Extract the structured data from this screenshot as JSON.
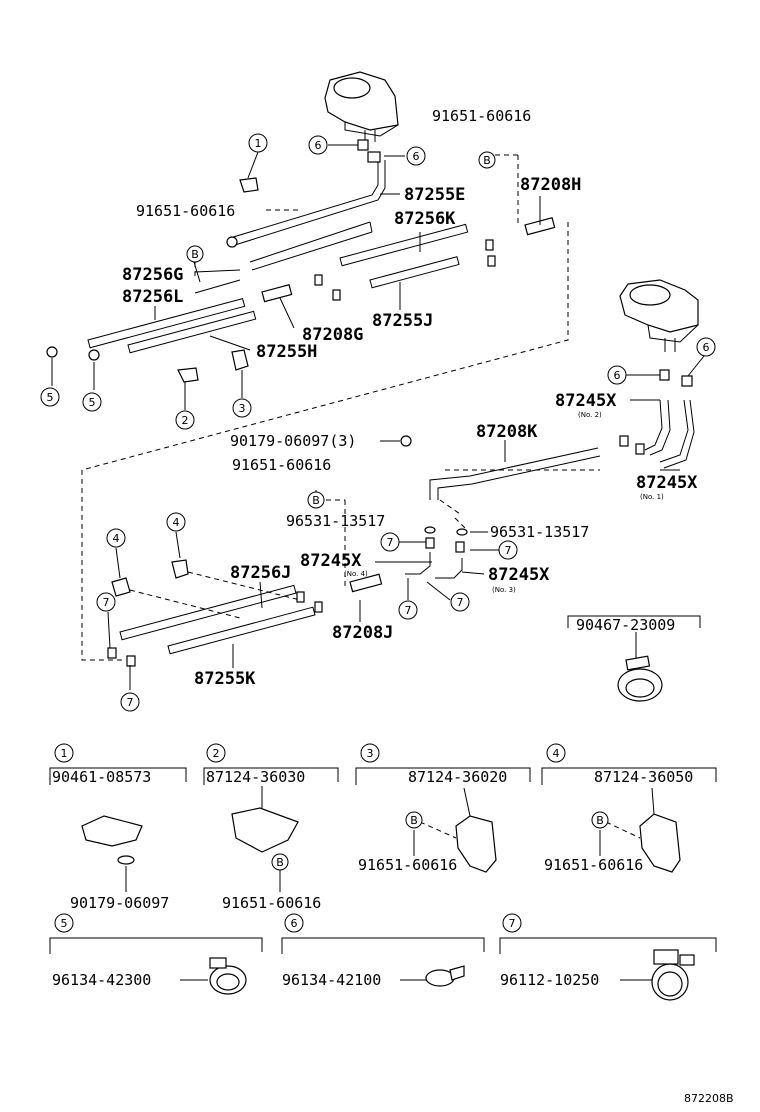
{
  "labels": {
    "p91651_top": "91651-60616",
    "p87208H": "87208H",
    "p87255E": "87255E",
    "p87256K": "87256K",
    "p91651_left": "91651-60616",
    "p87256G": "87256G",
    "p87256L": "87256L",
    "p87255J": "87255J",
    "p87208G": "87208G",
    "p87255H": "87255H",
    "p87245X_no2": "87245X",
    "no2": "(No. 2)",
    "p87245X_no1": "87245X",
    "no1": "(No. 1)",
    "p90179_3": "90179-06097(3)",
    "p87208K": "87208K",
    "p91651_mid": "91651-60616",
    "p96531_left": "96531-13517",
    "p96531_right": "96531-13517",
    "p87245X_no4": "87245X",
    "no4": "(No. 4)",
    "p87245X_no3": "87245X",
    "no3": "(No. 3)",
    "p87256J": "87256J",
    "p87208J": "87208J",
    "p87255K": "87255K",
    "p90467": "90467-23009",
    "d1_title": "90461-08573",
    "d1_sub": "90179-06097",
    "d2_title": "87124-36030",
    "d2_sub": "91651-60616",
    "d3_title": "87124-36020",
    "d3_sub": "91651-60616",
    "d4_title": "87124-36050",
    "d4_sub": "91651-60616",
    "d5": "96134-42300",
    "d6": "96134-42100",
    "d7": "96112-10250",
    "ref": "872208B"
  },
  "callouts": {
    "c1": "1",
    "c2": "2",
    "c3": "3",
    "c4": "4",
    "c5": "5",
    "c6": "6",
    "c7": "7",
    "B": "B"
  }
}
